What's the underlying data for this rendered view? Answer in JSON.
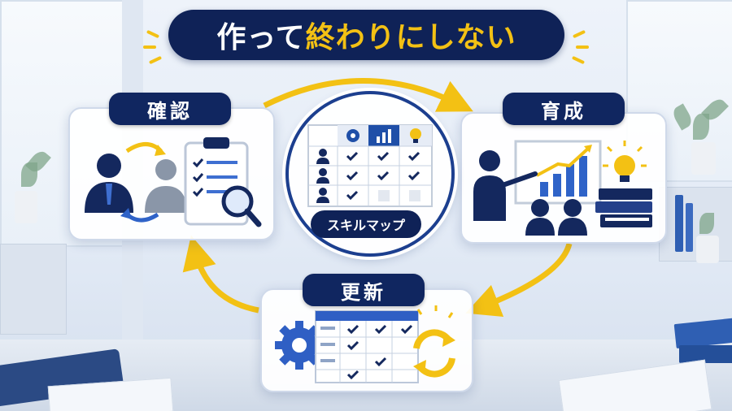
{
  "title": {
    "part1": "作って",
    "part2": "終わりにしない"
  },
  "steps": {
    "confirm": {
      "label": "確認"
    },
    "develop": {
      "label": "育成"
    },
    "update": {
      "label": "更新"
    }
  },
  "center": {
    "label": "スキルマップ"
  },
  "colors": {
    "navy": "#0f2257",
    "accent": "#f3c114",
    "blue": "#1f4fa8"
  }
}
